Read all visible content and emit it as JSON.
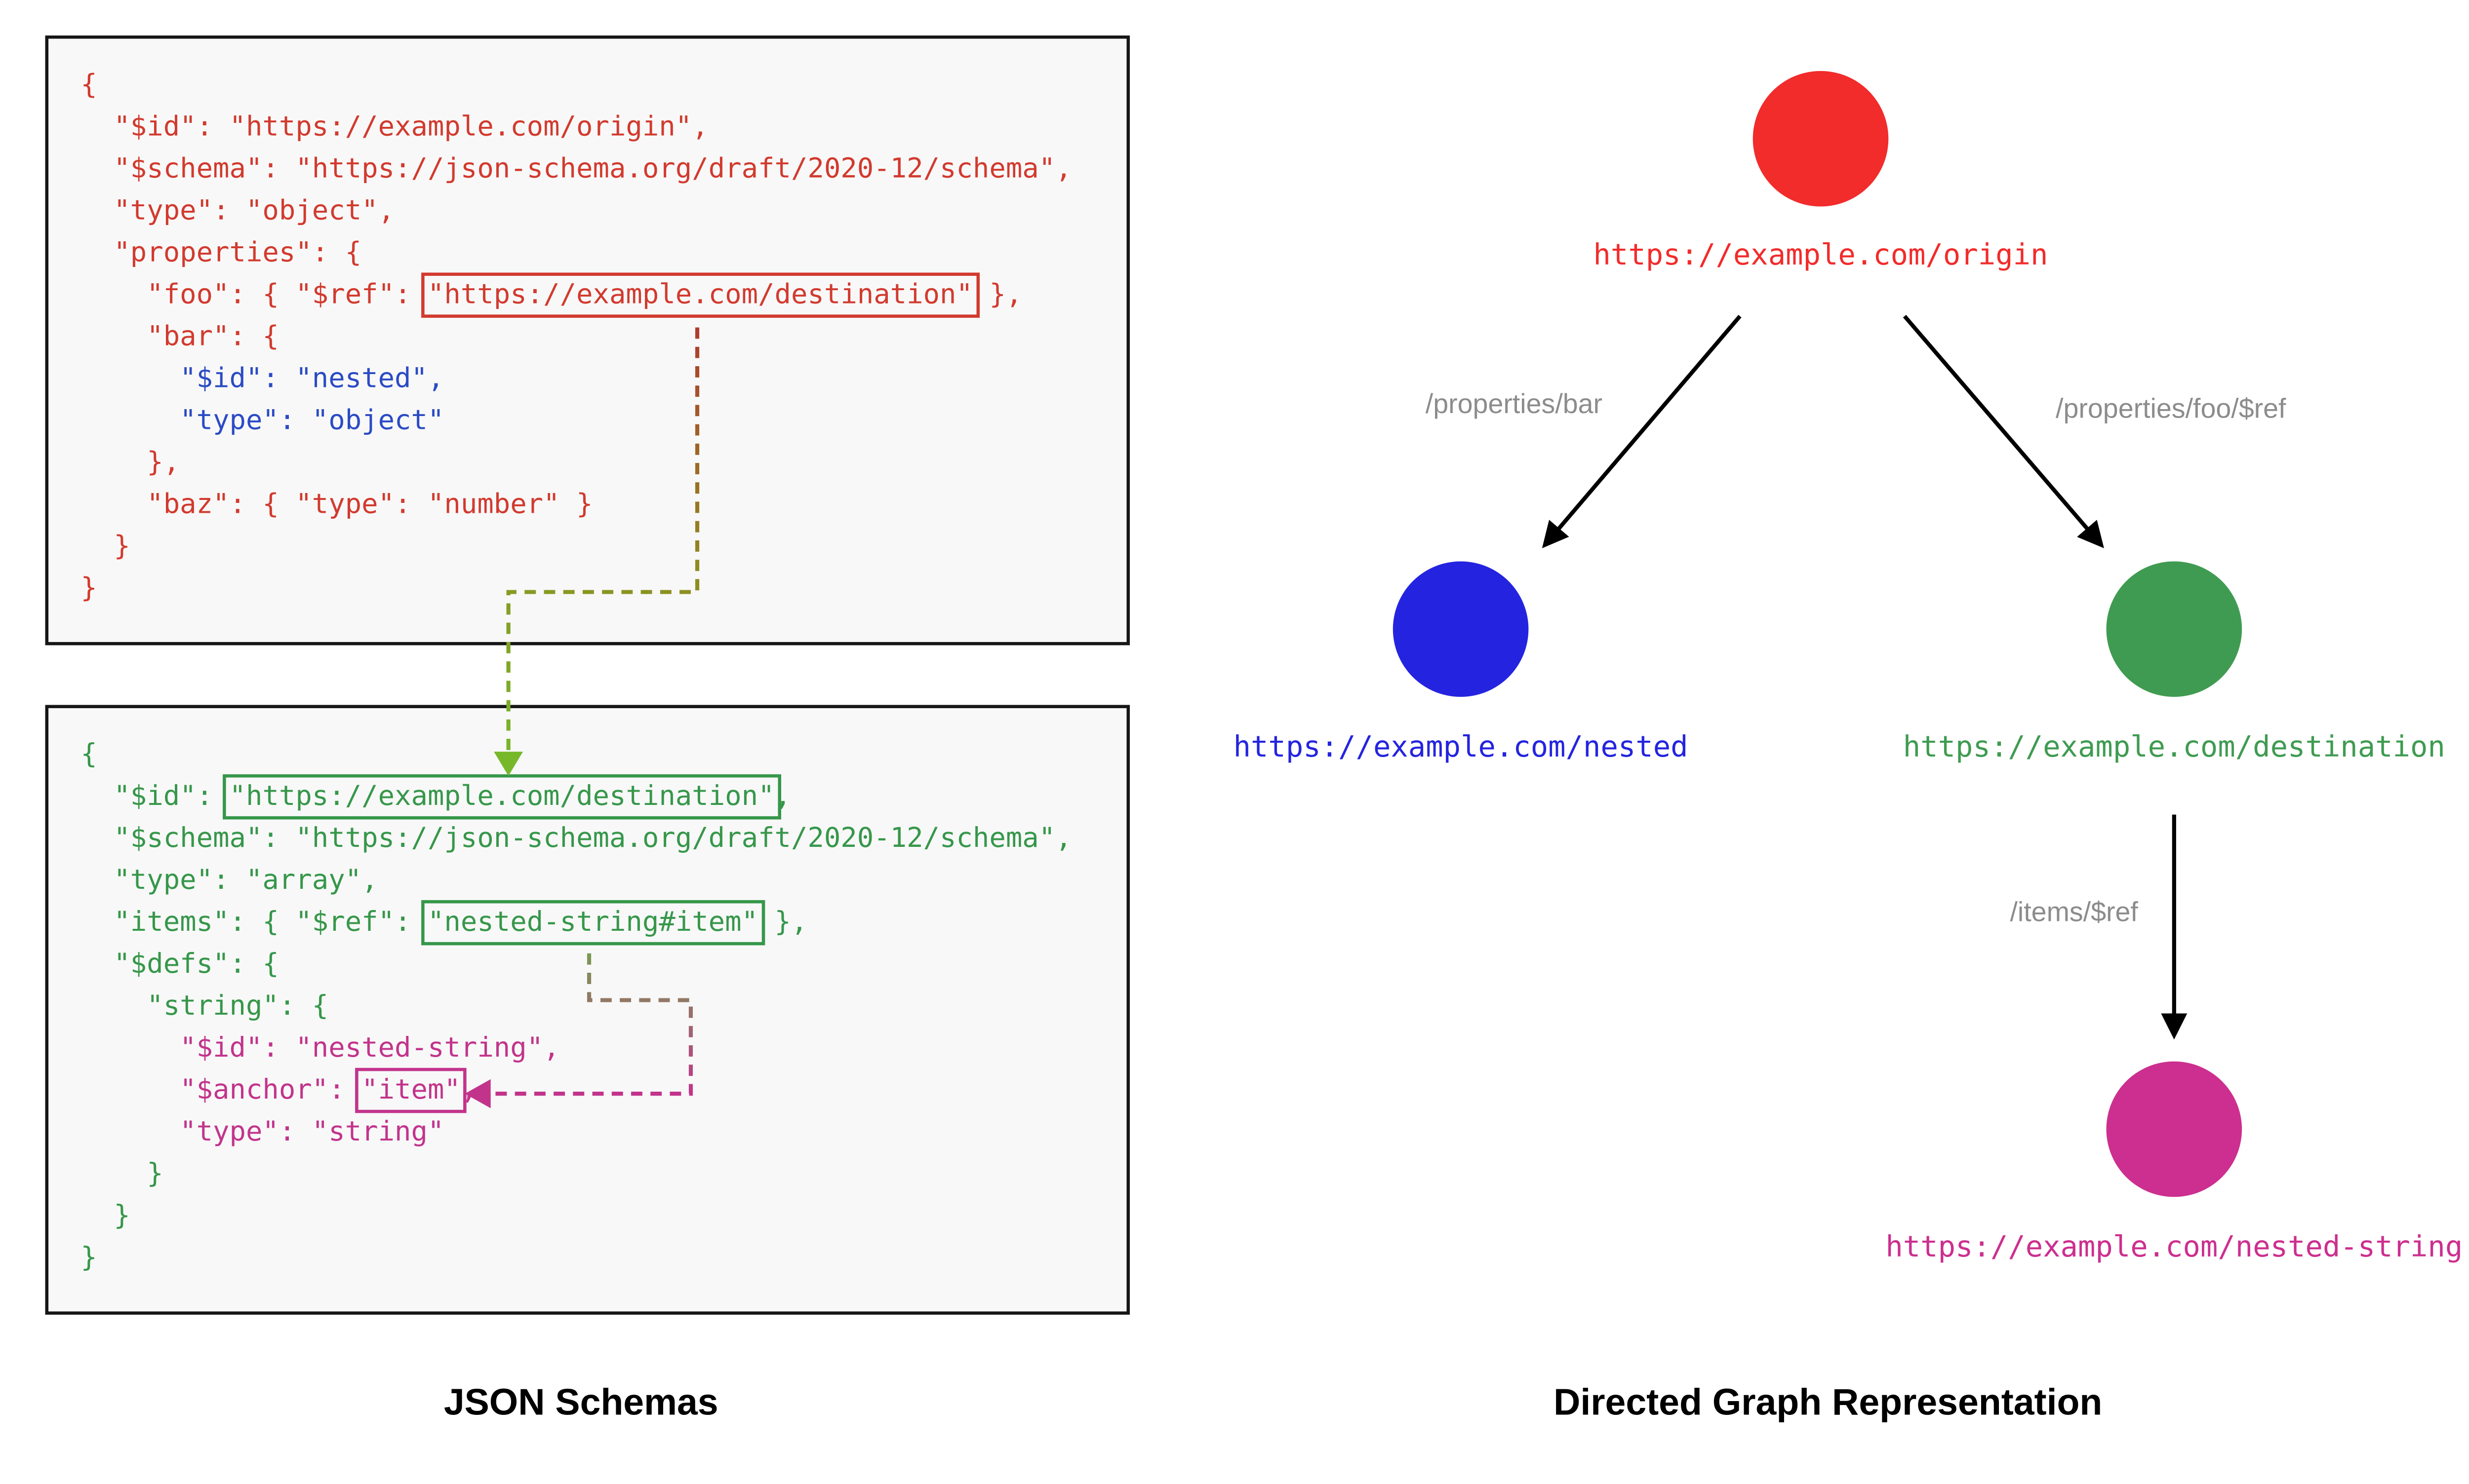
{
  "captions": {
    "left": "JSON Schemas",
    "right": "Directed Graph Representation"
  },
  "colors": {
    "red": "#d23a2e",
    "blue": "#2b4bc5",
    "green": "#36974a",
    "magenta": "#c2348c",
    "edge_label": "#8c8c8c",
    "arrow": "#000000",
    "connector1_start": "#b03a2e",
    "connector1_mid": "#8f8a1f",
    "connector1_end": "#76b82a",
    "connector2_start": "#7a9a50",
    "connector2_end": "#c2348c"
  },
  "schemas": [
    {
      "title": "origin-schema",
      "lines": [
        [
          {
            "t": "{",
            "c": "red"
          }
        ],
        [
          {
            "t": "  \"$id\": \"https://example.com/origin\",",
            "c": "red"
          }
        ],
        [
          {
            "t": "  \"$schema\": \"https://json-schema.org/draft/2020-12/schema\",",
            "c": "red"
          }
        ],
        [
          {
            "t": "  \"type\": \"object\",",
            "c": "red"
          }
        ],
        [
          {
            "t": "  \"properties\": {",
            "c": "red"
          }
        ],
        [
          {
            "t": "    \"foo\": { \"$ref\": ",
            "c": "red"
          },
          {
            "t": "\"https://example.com/destination\"",
            "c": "red",
            "box": "red",
            "name": "ref-destination-token"
          },
          {
            "t": " },",
            "c": "red"
          }
        ],
        [
          {
            "t": "    \"bar\": {",
            "c": "red"
          }
        ],
        [
          {
            "t": "      \"$id\": \"nested\",",
            "c": "blue"
          }
        ],
        [
          {
            "t": "      \"type\": \"object\"",
            "c": "blue"
          }
        ],
        [
          {
            "t": "    },",
            "c": "red"
          }
        ],
        [
          {
            "t": "    \"baz\": { \"type\": \"number\" }",
            "c": "red"
          }
        ],
        [
          {
            "t": "  }",
            "c": "red"
          }
        ],
        [
          {
            "t": "}",
            "c": "red"
          }
        ]
      ]
    },
    {
      "title": "destination-schema",
      "lines": [
        [
          {
            "t": "{",
            "c": "green"
          }
        ],
        [
          {
            "t": "  \"$id\": ",
            "c": "green"
          },
          {
            "t": "\"https://example.com/destination\"",
            "c": "green",
            "box": "green",
            "name": "id-destination-token"
          },
          {
            "t": ",",
            "c": "green"
          }
        ],
        [
          {
            "t": "  \"$schema\": \"https://json-schema.org/draft/2020-12/schema\",",
            "c": "green"
          }
        ],
        [
          {
            "t": "  \"type\": \"array\",",
            "c": "green"
          }
        ],
        [
          {
            "t": "  \"items\": { \"$ref\": ",
            "c": "green"
          },
          {
            "t": "\"nested-string#item\"",
            "c": "green",
            "box": "green",
            "name": "ref-nested-string-token"
          },
          {
            "t": " },",
            "c": "green"
          }
        ],
        [
          {
            "t": "  \"$defs\": {",
            "c": "green"
          }
        ],
        [
          {
            "t": "    \"string\": {",
            "c": "green"
          }
        ],
        [
          {
            "t": "      \"$id\": \"nested-string\",",
            "c": "magenta"
          }
        ],
        [
          {
            "t": "      \"$anchor\": ",
            "c": "magenta"
          },
          {
            "t": "\"item\"",
            "c": "magenta",
            "box": "magenta",
            "name": "anchor-item-token"
          },
          {
            "t": ",",
            "c": "magenta"
          }
        ],
        [
          {
            "t": "      \"type\": \"string\"",
            "c": "magenta"
          }
        ],
        [
          {
            "t": "    }",
            "c": "green"
          }
        ],
        [
          {
            "t": "  }",
            "c": "green"
          }
        ],
        [
          {
            "t": "}",
            "c": "green"
          }
        ]
      ]
    }
  ],
  "graph": {
    "nodes": [
      {
        "key": "origin",
        "label": "https://example.com/origin",
        "color": "#f22b2b"
      },
      {
        "key": "nested",
        "label": "https://example.com/nested",
        "color": "#2424e0"
      },
      {
        "key": "destination",
        "label": "https://example.com/destination",
        "color": "#3f9b51"
      },
      {
        "key": "nested-string",
        "label": "https://example.com/nested-string",
        "color": "#cc2f8f"
      }
    ],
    "edges": [
      {
        "from": "origin",
        "to": "nested",
        "label": "/properties/bar"
      },
      {
        "from": "origin",
        "to": "destination",
        "label": "/properties/foo/$ref"
      },
      {
        "from": "destination",
        "to": "nested-string",
        "label": "/items/$ref"
      }
    ]
  }
}
